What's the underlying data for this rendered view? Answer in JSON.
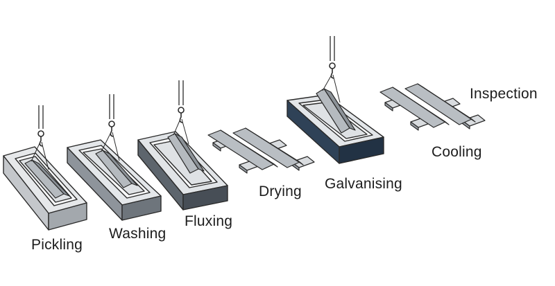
{
  "steps": [
    {
      "id": "pickling",
      "label": "Pickling",
      "tank_color": "#c4c7cb"
    },
    {
      "id": "washing",
      "label": "Washing",
      "tank_color": "#8e949b"
    },
    {
      "id": "fluxing",
      "label": "Fluxing",
      "tank_color": "#5d656d"
    },
    {
      "id": "drying",
      "label": "Drying"
    },
    {
      "id": "galvanising",
      "label": "Galvanising",
      "tank_color": "#2f4257"
    },
    {
      "id": "cooling",
      "label": "Cooling"
    },
    {
      "id": "inspection",
      "label": "Inspection"
    }
  ]
}
